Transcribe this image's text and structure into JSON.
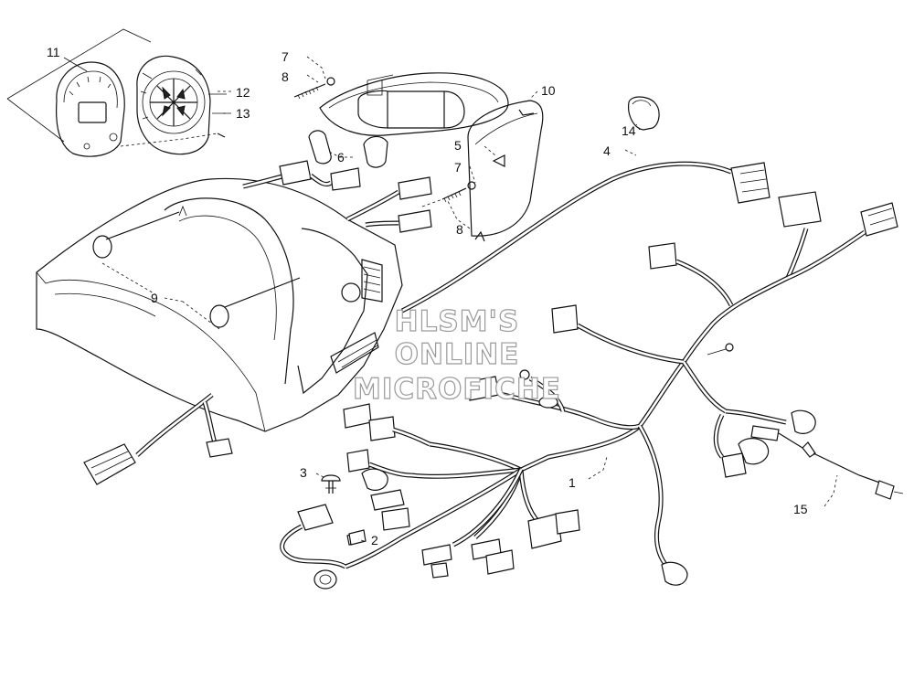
{
  "callouts": [
    {
      "id": "1",
      "label": "1"
    },
    {
      "id": "2",
      "label": "2"
    },
    {
      "id": "3",
      "label": "3"
    },
    {
      "id": "4",
      "label": "4"
    },
    {
      "id": "5",
      "label": "5"
    },
    {
      "id": "6",
      "label": "6"
    },
    {
      "id": "7a",
      "label": "7"
    },
    {
      "id": "7b",
      "label": "7"
    },
    {
      "id": "8a",
      "label": "8"
    },
    {
      "id": "8b",
      "label": "8"
    },
    {
      "id": "9",
      "label": "9"
    },
    {
      "id": "10",
      "label": "10"
    },
    {
      "id": "11",
      "label": "11"
    },
    {
      "id": "12",
      "label": "12"
    },
    {
      "id": "13",
      "label": "13"
    },
    {
      "id": "14",
      "label": "14"
    },
    {
      "id": "15",
      "label": "15"
    }
  ],
  "watermark": {
    "line1": "HLSM'S",
    "line2": "ONLINE",
    "line3": "MICROFICHE",
    "color": "#9a9a9a"
  }
}
